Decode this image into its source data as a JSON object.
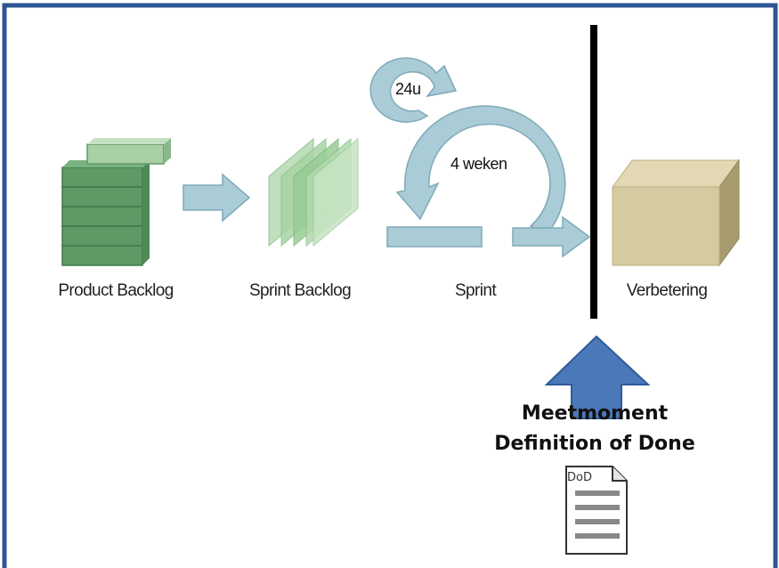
{
  "diagram": {
    "stages": {
      "product_backlog": "Product Backlog",
      "sprint_backlog": "Sprint Backlog",
      "sprint": "Sprint",
      "verbetering": "Verbetering"
    },
    "cycles": {
      "daily": "24u",
      "sprint_length": "4 weken"
    },
    "measurement": {
      "line1": "Meetmoment",
      "line2": "Definition of Done"
    },
    "document": {
      "label": "DoD"
    },
    "colors": {
      "frame": "#2c5592",
      "backlog_green": "#5f9a66",
      "arrow_light_blue": "#a9ccd6",
      "box_tan": "#d6cba0",
      "up_arrow_blue": "#4a78b8"
    }
  }
}
